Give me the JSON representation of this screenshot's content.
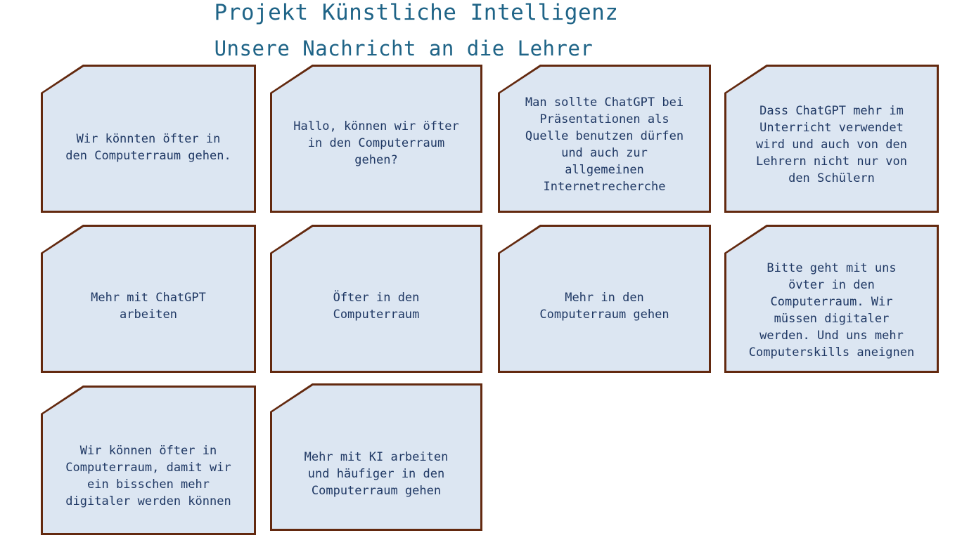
{
  "header": {
    "title": "Projekt Künstliche Intelligenz",
    "subtitle": "Unsere Nachricht an die Lehrer",
    "title_color": "#1f6487"
  },
  "theme": {
    "note_fill": "#dce6f2",
    "note_border": "#63290f",
    "note_text_color": "#1f3864",
    "background": "#ffffff"
  },
  "board": {
    "columns": 4,
    "rows": 3,
    "note_count": 10,
    "notes": [
      {
        "id": "note-1",
        "text": "Wir könnten öfter in\nden Computerraum gehen."
      },
      {
        "id": "note-2",
        "text": "Hallo, können wir öfter\nin den Computerraum\ngehen?"
      },
      {
        "id": "note-3",
        "text": "Man sollte ChatGPT bei\nPräsentationen als\nQuelle benutzen dürfen\nund auch zur\nallgemeinen\nInternetrecherche"
      },
      {
        "id": "note-4",
        "text": "Dass ChatGPT mehr im\nUnterricht verwendet\nwird und auch von den\nLehrern nicht nur von\nden Schülern"
      },
      {
        "id": "note-5",
        "text": "Mehr mit ChatGPT\narbeiten"
      },
      {
        "id": "note-6",
        "text": "Öfter in den\nComputerraum"
      },
      {
        "id": "note-7",
        "text": "Mehr in den\nComputerraum gehen"
      },
      {
        "id": "note-8",
        "text": "Bitte geht mit uns\növter in den\nComputerraum. Wir\nmüssen digitaler\nwerden. Und uns mehr\nComputerskills aneignen"
      },
      {
        "id": "note-9",
        "text": "Wir können öfter in\nComputerraum, damit wir\nein bisschen mehr\ndigitaler werden können"
      },
      {
        "id": "note-10",
        "text": "Mehr mit KI arbeiten\nund häufiger in den\nComputerraum gehen"
      }
    ]
  }
}
